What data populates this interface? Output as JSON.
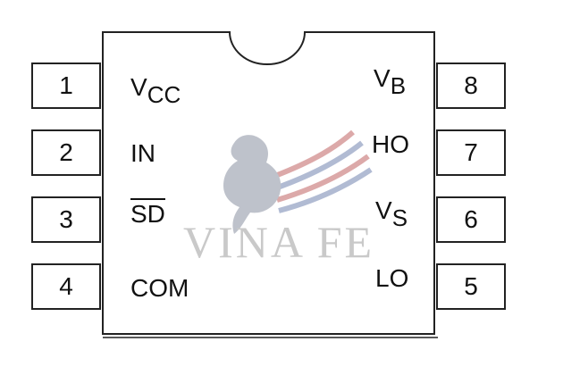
{
  "left_pins": [
    {
      "number": "1",
      "label_main": "V",
      "label_sub": "CC",
      "overbar": false
    },
    {
      "number": "2",
      "label_main": "IN",
      "label_sub": "",
      "overbar": false
    },
    {
      "number": "3",
      "label_main": "SD",
      "label_sub": "",
      "overbar": true
    },
    {
      "number": "4",
      "label_main": "COM",
      "label_sub": "",
      "overbar": false
    }
  ],
  "right_pins": [
    {
      "number": "8",
      "label_main": "V",
      "label_sub": "B",
      "overbar": false
    },
    {
      "number": "7",
      "label_main": "HO",
      "label_sub": "",
      "overbar": false
    },
    {
      "number": "6",
      "label_main": "V",
      "label_sub": "S",
      "overbar": false
    },
    {
      "number": "5",
      "label_main": "LO",
      "label_sub": "",
      "overbar": false
    }
  ],
  "watermark": {
    "text": "VINA FE",
    "colors": {
      "text": "#c9c9c9",
      "horse": "#b8bcc6",
      "wing_red": "#d9a0a0",
      "wing_blue": "#a9b4cf"
    }
  }
}
